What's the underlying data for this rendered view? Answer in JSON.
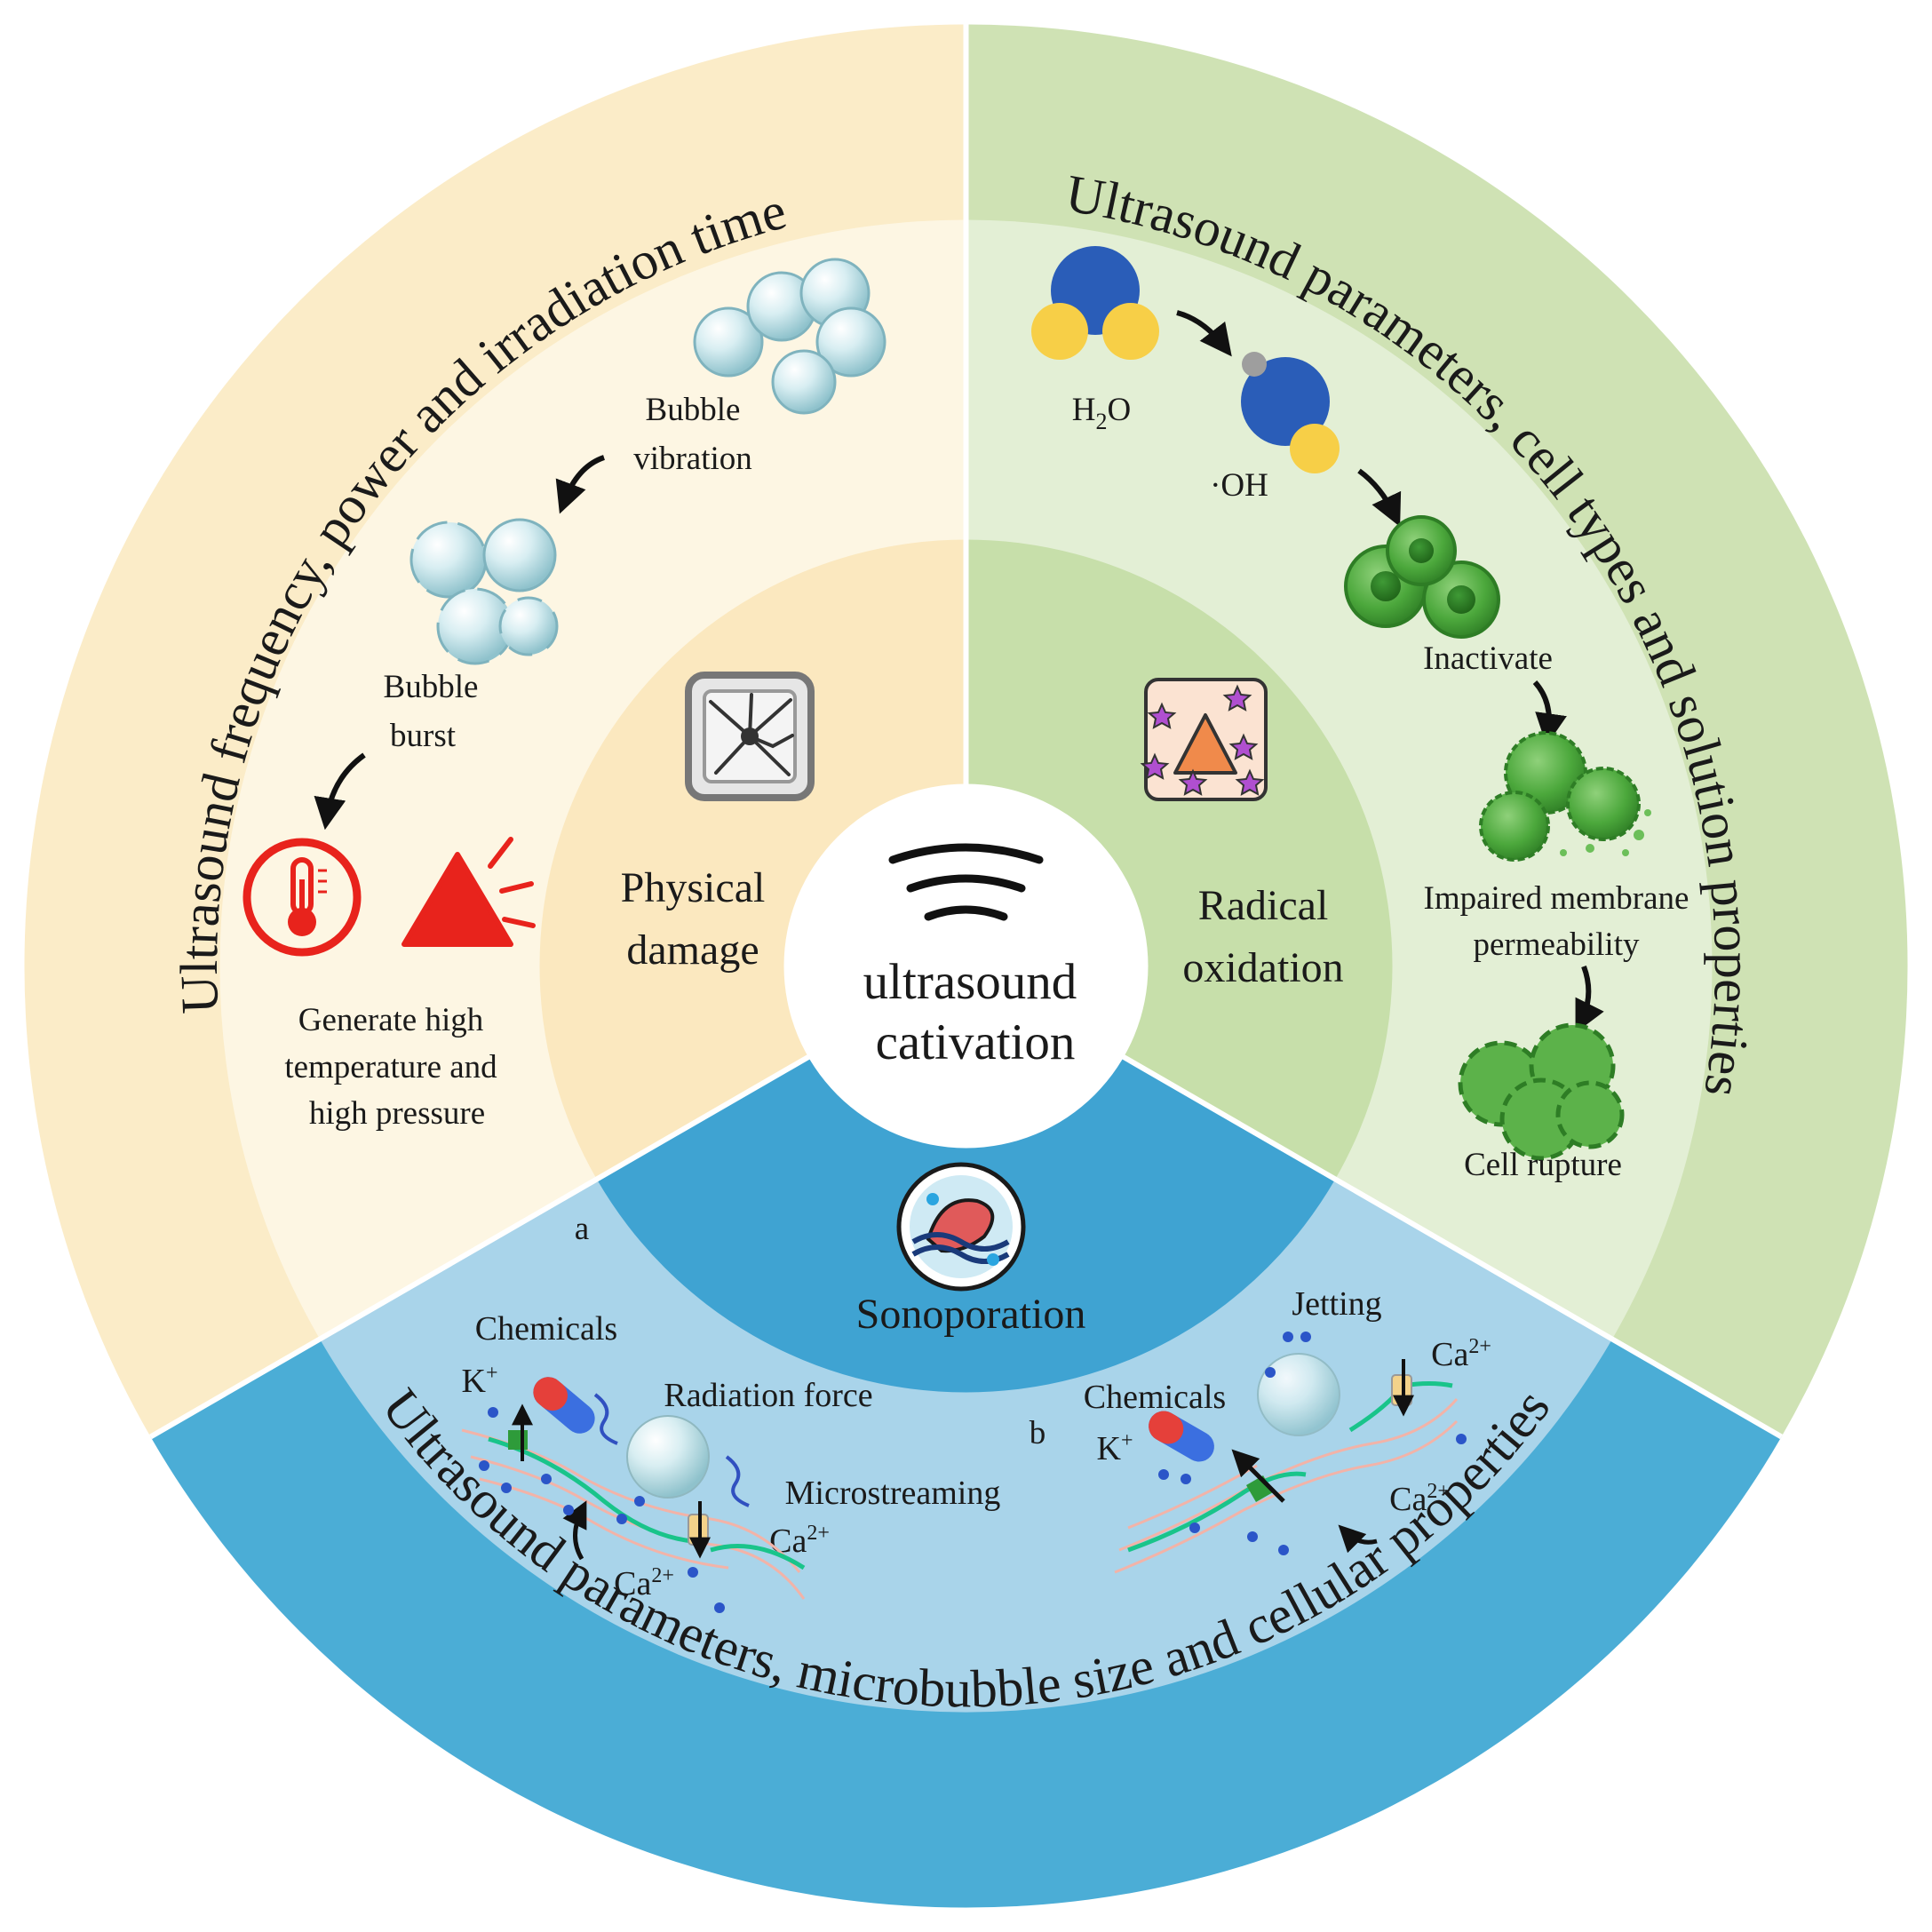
{
  "center": {
    "line1": "ultrasound",
    "line2": "cativation"
  },
  "sectors": {
    "physical": {
      "outer_label": "Ultrasound frequency, power and irradiation time",
      "core_label_1": "Physical",
      "core_label_2": "damage",
      "step_bubble_vibration_1": "Bubble",
      "step_bubble_vibration_2": "vibration",
      "step_bubble_burst_1": "Bubble",
      "step_bubble_burst_2": "burst",
      "step_generate_1": "Generate high",
      "step_generate_2": "temperature and",
      "step_generate_3": "high pressure",
      "colors": {
        "outer": "#fbecc8",
        "mid": "#fdf6e3",
        "core": "#fbe8bf",
        "accent": "#e8231c"
      }
    },
    "radical": {
      "outer_label": "Ultrasound parameters, cell types and solution properties",
      "core_label_1": "Radical",
      "core_label_2": "oxidation",
      "h2o_main": "H",
      "h2o_sub": "2",
      "h2o_tail": "O",
      "oh_label": "·OH",
      "step_inactivate": "Inactivate",
      "step_impaired_1": "Impaired membrane",
      "step_impaired_2": "permeability",
      "step_rupture": "Cell rupture",
      "colors": {
        "outer": "#cfe2b4",
        "mid": "#e3efd5",
        "core": "#c7dfaa",
        "cell": "#4ca83c",
        "oxygen": "#2a5db8",
        "hydrogen": "#f7cf47"
      }
    },
    "sonoporation": {
      "outer_label": "Ultrasound parameters, microbubble size and cellular properties",
      "core_label": "Sonoporation",
      "panel_a_letter": "a",
      "panel_b_letter": "b",
      "a_chemicals": "Chemicals",
      "a_k": "K",
      "a_k_sup": "+",
      "a_radiation_force": "Radiation force",
      "a_microstreaming": "Microstreaming",
      "a_ca_right": "Ca",
      "a_ca_right_sup": "2+",
      "a_ca_bottom": "Ca",
      "a_ca_bottom_sup": "2+",
      "b_jetting": "Jetting",
      "b_chemicals": "Chemicals",
      "b_k": "K",
      "b_k_sup": "+",
      "b_ca_top": "Ca",
      "b_ca_top_sup": "2+",
      "b_ca_bottom": "Ca",
      "b_ca_bottom_sup": "2+",
      "colors": {
        "outer": "#4badd6",
        "mid": "#a9d4ea",
        "core": "#3fa3d2"
      }
    }
  }
}
